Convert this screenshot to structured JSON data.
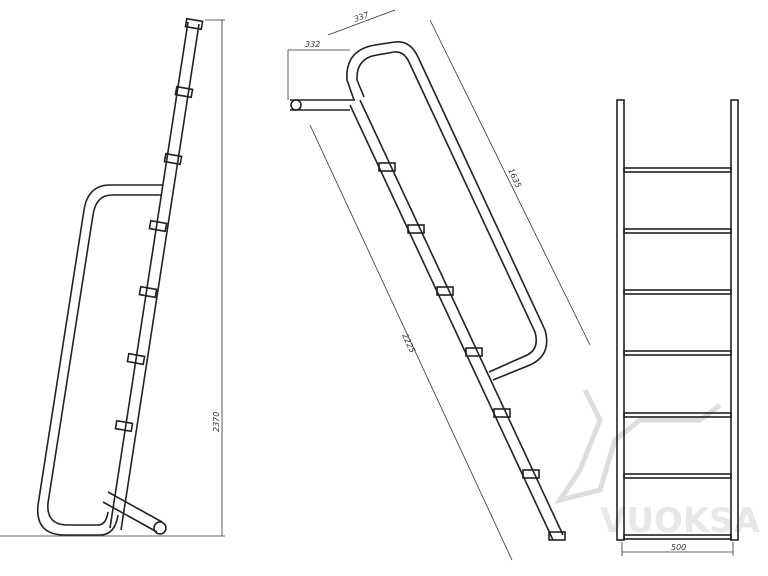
{
  "drawing": {
    "side_view": {
      "height_label": "2370"
    },
    "angled_view": {
      "offset_label": "332",
      "handrail_depth_label": "337",
      "handrail_length_label": "1635",
      "rail_length_label": "2225"
    },
    "front_view": {
      "width_label": "500"
    },
    "watermark": "VUOKSA",
    "line_color": "#222222"
  }
}
